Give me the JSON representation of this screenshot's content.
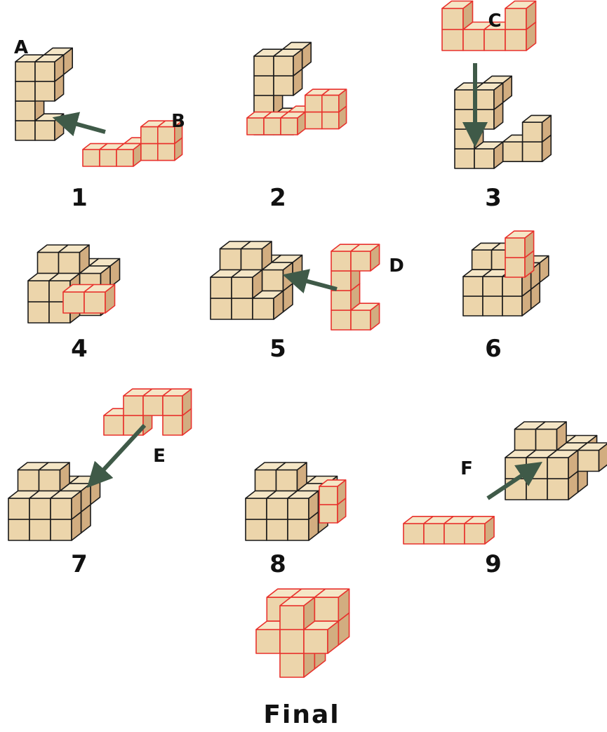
{
  "colors": {
    "wood_top": "#f5e6c6",
    "wood_front": "#ecd5ab",
    "wood_side": "#d2ad80",
    "outline": "#1a1a1a",
    "highlight_outline": "#e8322d",
    "arrow": "#3f5a48",
    "text": "#111111"
  },
  "steps": [
    {
      "label": "1"
    },
    {
      "label": "2"
    },
    {
      "label": "3"
    },
    {
      "label": "4"
    },
    {
      "label": "5"
    },
    {
      "label": "6"
    },
    {
      "label": "7"
    },
    {
      "label": "8"
    },
    {
      "label": "9"
    }
  ],
  "final": {
    "label": "Final"
  },
  "parts": [
    {
      "label": "A"
    },
    {
      "label": "B"
    },
    {
      "label": "C"
    },
    {
      "label": "D"
    },
    {
      "label": "E"
    },
    {
      "label": "F"
    }
  ]
}
